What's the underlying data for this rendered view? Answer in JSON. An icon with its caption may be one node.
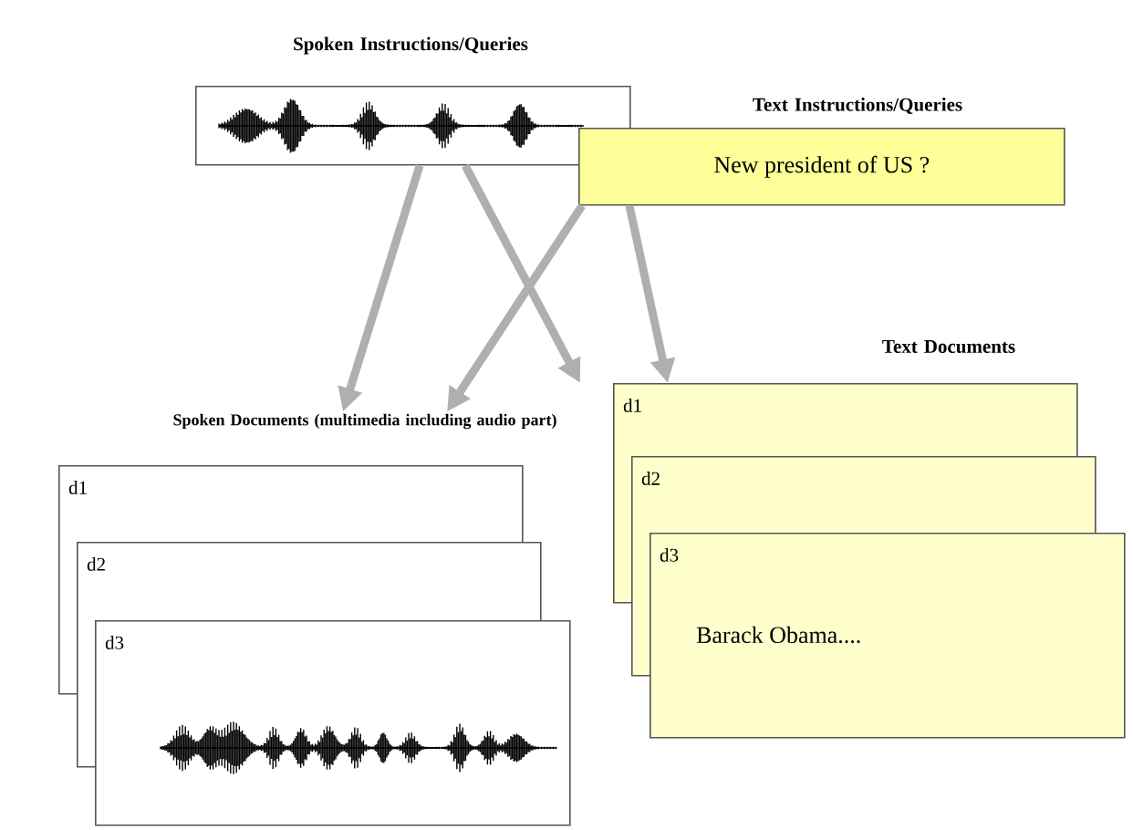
{
  "diagram": {
    "nodes": [
      {
        "text": [
          "Spoken Instructions/Queries"
        ]
      },
      {
        "text": [
          "Text Instructions/Queries",
          "New president of US ?"
        ]
      },
      {
        "text": [
          "Spoken Documents (multimedia including audio part)",
          "d1"
        ]
      },
      {
        "text": [
          "d2"
        ]
      },
      {
        "text": [
          "d3"
        ]
      },
      {
        "text": [
          "Text Documents",
          "d1"
        ]
      },
      {
        "text": [
          "d2"
        ]
      },
      {
        "text": [
          "d3",
          "Barack Obama...."
        ]
      }
    ],
    "edges": [
      {
        "from": 0,
        "to": 2,
        "arrow": "to"
      },
      {
        "from": 0,
        "to": 5,
        "arrow": "to"
      },
      {
        "from": 1,
        "to": 2,
        "arrow": "to"
      },
      {
        "from": 1,
        "to": 5,
        "arrow": "to"
      }
    ]
  }
}
